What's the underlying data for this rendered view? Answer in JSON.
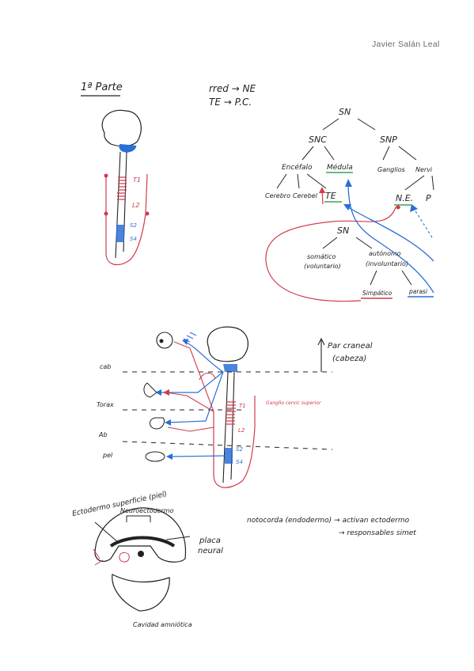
{
  "header": {
    "author": "Javier Salán Leal"
  },
  "section_title": "1ª Parte",
  "legend": {
    "line1": "rred → NE",
    "line2": "TE → P.C."
  },
  "spine1_labels": {
    "t1": "T1",
    "l2": "L2",
    "s2": "S2",
    "s4": "S4"
  },
  "tree": {
    "root": "SN",
    "snc": "SNC",
    "snp": "SNP",
    "encefalo": "Encéfalo",
    "medula": "Médula",
    "ganglios": "Ganglios",
    "nervios": "Nervi",
    "cerebro": "Cerebro",
    "cerebelo": "Cerebel",
    "te": "TE",
    "ne": "N.E.",
    "p": "P",
    "sn2": "SN",
    "somatico": "somático",
    "voluntario": "(voluntario)",
    "autonomo": "autónomo",
    "involuntario": "(involuntario)",
    "simpatico": "Simpático",
    "parasimpatico": "parasi"
  },
  "fig2": {
    "par_craneal": "Par craneal",
    "cabeza": "(cabeza)",
    "cab": "cab",
    "torax": "Torax",
    "ab": "Ab",
    "pel": "pel",
    "t1": "T1",
    "l2": "L2",
    "s2": "S2",
    "s4": "S4",
    "ganglio_note": "Ganglio cervic superior"
  },
  "fig3": {
    "ectodermo": "Ectodermo superficie (piel)",
    "neuroectodermo": "Neuroectodermo",
    "placa1": "placa",
    "placa2": "neural",
    "notocorda": "notocorda (endodermo) → activan ectodermo",
    "responsables": "→ responsables simet",
    "cavidad": "Cavidad amniótica"
  },
  "colors": {
    "red": "#d23a4a",
    "blue": "#2a6fd6",
    "green": "#3aa35a",
    "ink": "#222222"
  }
}
